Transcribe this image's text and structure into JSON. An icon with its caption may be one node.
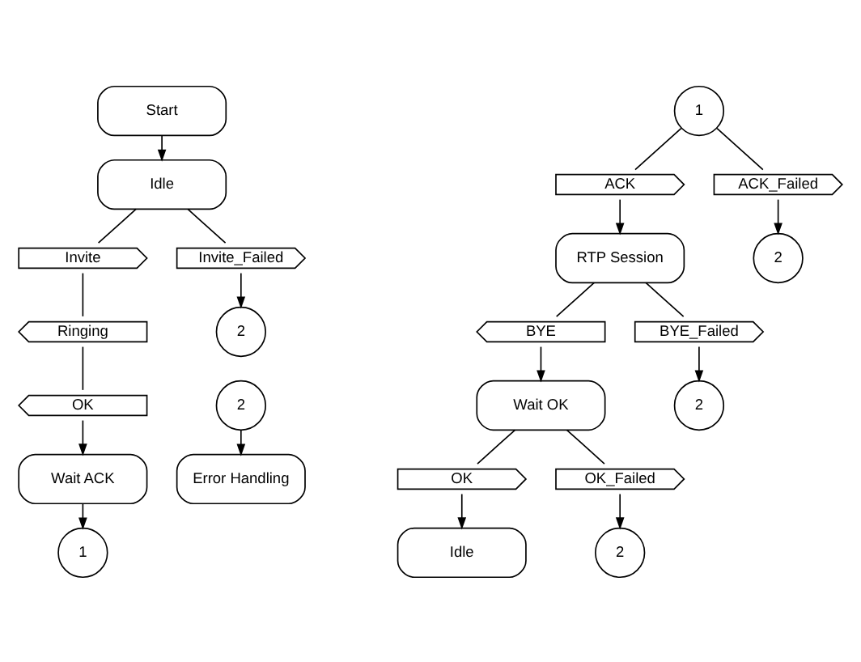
{
  "diagram": {
    "nodes": [
      {
        "text": [
          "Start"
        ]
      },
      {
        "text": [
          "Idle"
        ]
      },
      {
        "text": [
          "Invite"
        ]
      },
      {
        "text": [
          "Invite_Failed"
        ]
      },
      {
        "text": [
          "Ringing"
        ]
      },
      {
        "text": [
          "OK"
        ]
      },
      {
        "text": [
          "Wait ACK"
        ]
      },
      {
        "text": [
          "1"
        ]
      },
      {
        "text": [
          "2"
        ]
      },
      {
        "text": [
          "2"
        ]
      },
      {
        "text": [
          "Error Handling"
        ]
      },
      {
        "text": [
          "1"
        ]
      },
      {
        "text": [
          "ACK"
        ]
      },
      {
        "text": [
          "ACK_Failed"
        ]
      },
      {
        "text": [
          "RTP Session"
        ]
      },
      {
        "text": [
          "2"
        ]
      },
      {
        "text": [
          "BYE"
        ]
      },
      {
        "text": [
          "BYE_Failed"
        ]
      },
      {
        "text": [
          "Wait OK"
        ]
      },
      {
        "text": [
          "2"
        ]
      },
      {
        "text": [
          "OK"
        ]
      },
      {
        "text": [
          "OK_Failed"
        ]
      },
      {
        "text": [
          "Idle"
        ]
      },
      {
        "text": [
          "2"
        ]
      }
    ],
    "edges": [
      {
        "from": 0,
        "to": 1,
        "arrow": "to"
      },
      {
        "from": 1,
        "to": 2,
        "arrow": "none"
      },
      {
        "from": 1,
        "to": 3,
        "arrow": "none"
      },
      {
        "from": 2,
        "to": 4,
        "arrow": "none"
      },
      {
        "from": 4,
        "to": 5,
        "arrow": "none"
      },
      {
        "from": 5,
        "to": 6,
        "arrow": "to"
      },
      {
        "from": 6,
        "to": 7,
        "arrow": "to"
      },
      {
        "from": 3,
        "to": 8,
        "arrow": "to"
      },
      {
        "from": 9,
        "to": 10,
        "arrow": "to"
      },
      {
        "from": 11,
        "to": 12,
        "arrow": "none"
      },
      {
        "from": 11,
        "to": 13,
        "arrow": "none"
      },
      {
        "from": 12,
        "to": 14,
        "arrow": "to"
      },
      {
        "from": 13,
        "to": 15,
        "arrow": "to"
      },
      {
        "from": 14,
        "to": 16,
        "arrow": "none"
      },
      {
        "from": 14,
        "to": 17,
        "arrow": "none"
      },
      {
        "from": 16,
        "to": 18,
        "arrow": "to"
      },
      {
        "from": 17,
        "to": 19,
        "arrow": "to"
      },
      {
        "from": 18,
        "to": 20,
        "arrow": "none"
      },
      {
        "from": 18,
        "to": 21,
        "arrow": "none"
      },
      {
        "from": 20,
        "to": 22,
        "arrow": "to"
      },
      {
        "from": 21,
        "to": 23,
        "arrow": "to"
      }
    ]
  }
}
